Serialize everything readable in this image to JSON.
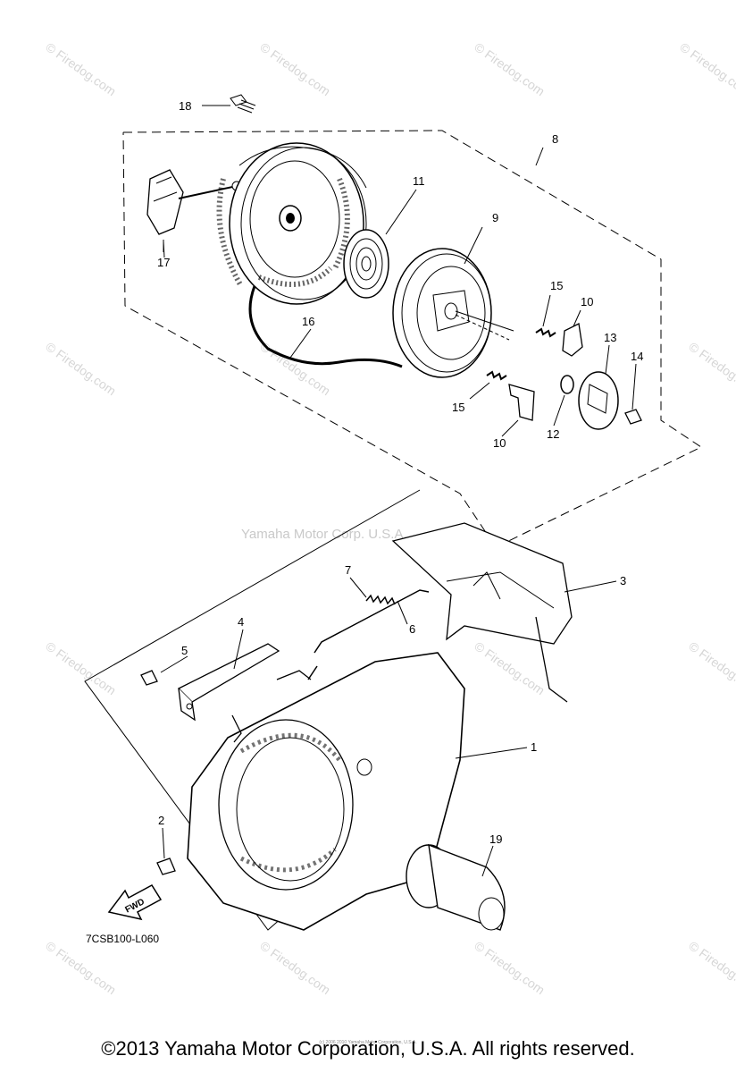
{
  "diagram": {
    "part_code": "7CSB100-L060",
    "center_mark": "Yamaha Motor Corp. U.S.A.",
    "watermark": "© Firedog.com",
    "fwd_label": "FWD",
    "callouts": {
      "c1": "1",
      "c2": "2",
      "c3": "3",
      "c4": "4",
      "c5": "5",
      "c6": "6",
      "c7": "7",
      "c8": "8",
      "c9": "9",
      "c10a": "10",
      "c10b": "10",
      "c11": "11",
      "c12": "12",
      "c13": "13",
      "c14": "14",
      "c15a": "15",
      "c15b": "15",
      "c16": "16",
      "c17": "17",
      "c18": "18",
      "c19": "19"
    }
  },
  "footer": {
    "copyright": "©2013 Yamaha Motor Corporation, U.S.A. All rights reserved.",
    "small_note": "(c) 2006 2010 Yamaha Motor Corporation, U.S.A."
  }
}
